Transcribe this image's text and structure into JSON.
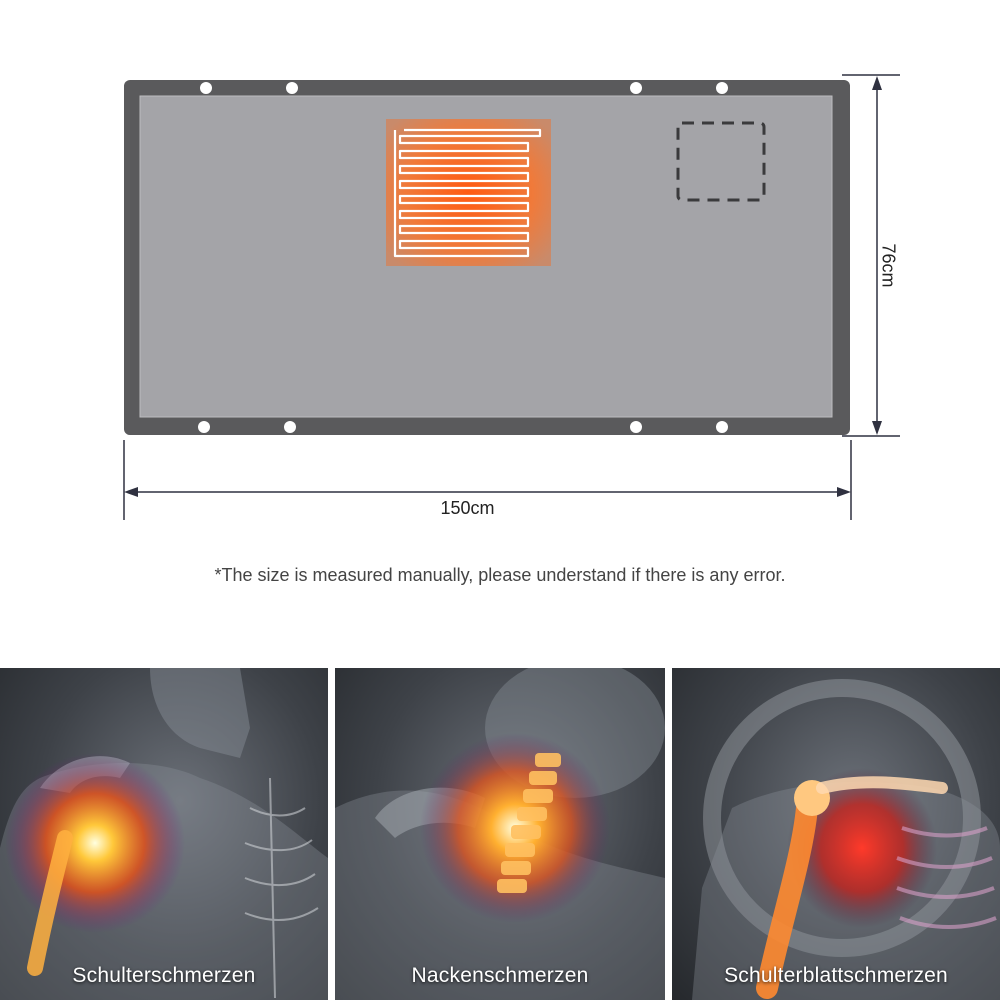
{
  "dimensions": {
    "width_label": "150cm",
    "height_label": "76cm"
  },
  "note": "*The size is measured manually, please understand if there is any error.",
  "panels": [
    {
      "caption": "Schulterschmerzen"
    },
    {
      "caption": "Nackenschmerzen"
    },
    {
      "caption": "Schulterblattschmerzen"
    }
  ],
  "colors": {
    "mat_fill": "#a4a4a8",
    "mat_border": "#5a5a5c",
    "heater_orange": "#f06a22",
    "dimension_line": "#2f3140"
  }
}
